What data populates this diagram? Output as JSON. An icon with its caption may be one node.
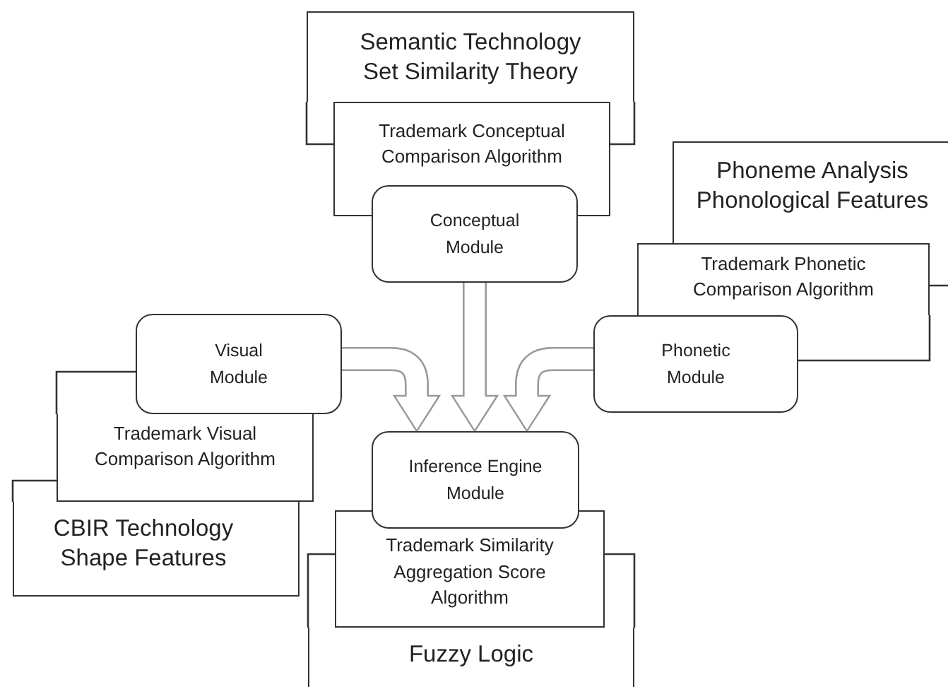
{
  "diagram": {
    "nodes": [
      {
        "text": [
          "Semantic Technology Set Similarity Theory"
        ]
      },
      {
        "text": [
          "Trademark Conceptual Comparison Algorithm"
        ]
      },
      {
        "text": [
          "Conceptual Module"
        ]
      },
      {
        "text": [
          "Phoneme Analysis Phonological Features"
        ]
      },
      {
        "text": [
          "Trademark Phonetic Comparison Algorithm"
        ]
      },
      {
        "text": [
          "Phonetic Module"
        ]
      },
      {
        "text": [
          "Visual Module"
        ]
      },
      {
        "text": [
          "Trademark Visual Comparison Algorithm"
        ]
      },
      {
        "text": [
          "CBIR Technology Shape Features"
        ]
      },
      {
        "text": [
          "Inference Engine Module"
        ]
      },
      {
        "text": [
          "Trademark Similarity Aggregation Score Algorithm"
        ]
      },
      {
        "text": [
          "Fuzzy Logic"
        ]
      }
    ],
    "edges": [
      {
        "from": 6,
        "to": 9,
        "arrow": "to"
      },
      {
        "from": 2,
        "to": 9,
        "arrow": "to"
      },
      {
        "from": 5,
        "to": 9,
        "arrow": "to"
      }
    ]
  }
}
